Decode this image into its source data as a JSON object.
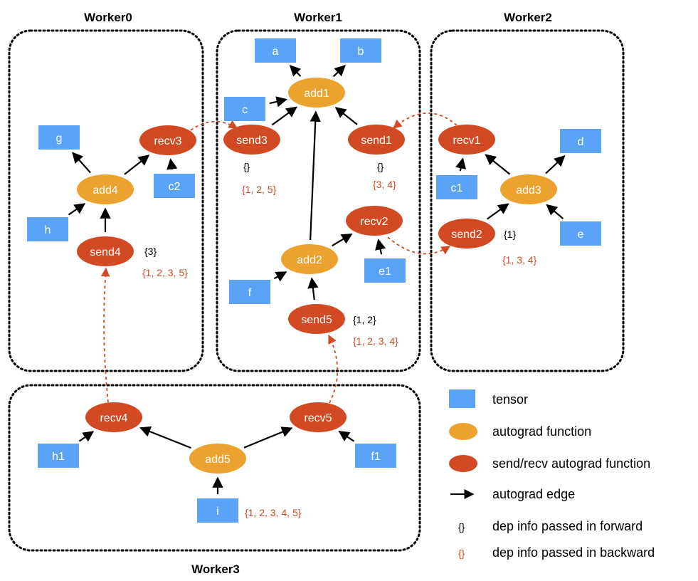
{
  "colors": {
    "tensor": "#5ba3f7",
    "autograd_function": "#eba22e",
    "send_recv": "#d24a24",
    "edge": "#000000",
    "backward_dep": "#d24a24"
  },
  "workers": [
    {
      "id": "w0",
      "title": "Worker0"
    },
    {
      "id": "w1",
      "title": "Worker1"
    },
    {
      "id": "w2",
      "title": "Worker2"
    },
    {
      "id": "w3",
      "title": "Worker3"
    }
  ],
  "nodes": [
    {
      "id": "g",
      "type": "tensor",
      "label": "g"
    },
    {
      "id": "h",
      "type": "tensor",
      "label": "h"
    },
    {
      "id": "c2",
      "type": "tensor",
      "label": "c2"
    },
    {
      "id": "add4",
      "type": "function",
      "label": "add4"
    },
    {
      "id": "recv3",
      "type": "sendrecv",
      "label": "recv3"
    },
    {
      "id": "send4",
      "type": "sendrecv",
      "label": "send4"
    },
    {
      "id": "a",
      "type": "tensor",
      "label": "a"
    },
    {
      "id": "b",
      "type": "tensor",
      "label": "b"
    },
    {
      "id": "c",
      "type": "tensor",
      "label": "c"
    },
    {
      "id": "add1",
      "type": "function",
      "label": "add1"
    },
    {
      "id": "send3",
      "type": "sendrecv",
      "label": "send3"
    },
    {
      "id": "send1",
      "type": "sendrecv",
      "label": "send1"
    },
    {
      "id": "recv2",
      "type": "sendrecv",
      "label": "recv2"
    },
    {
      "id": "add2",
      "type": "function",
      "label": "add2"
    },
    {
      "id": "e1",
      "type": "tensor",
      "label": "e1"
    },
    {
      "id": "f",
      "type": "tensor",
      "label": "f"
    },
    {
      "id": "send5",
      "type": "sendrecv",
      "label": "send5"
    },
    {
      "id": "recv1",
      "type": "sendrecv",
      "label": "recv1"
    },
    {
      "id": "d",
      "type": "tensor",
      "label": "d"
    },
    {
      "id": "c1",
      "type": "tensor",
      "label": "c1"
    },
    {
      "id": "add3",
      "type": "function",
      "label": "add3"
    },
    {
      "id": "send2",
      "type": "sendrecv",
      "label": "send2"
    },
    {
      "id": "e",
      "type": "tensor",
      "label": "e"
    },
    {
      "id": "recv4",
      "type": "sendrecv",
      "label": "recv4"
    },
    {
      "id": "recv5",
      "type": "sendrecv",
      "label": "recv5"
    },
    {
      "id": "h1",
      "type": "tensor",
      "label": "h1"
    },
    {
      "id": "f1",
      "type": "tensor",
      "label": "f1"
    },
    {
      "id": "add5",
      "type": "function",
      "label": "add5"
    },
    {
      "id": "i",
      "type": "tensor",
      "label": "i"
    }
  ],
  "edges": [
    {
      "from": "add4",
      "to": "g"
    },
    {
      "from": "add4",
      "to": "recv3"
    },
    {
      "from": "c2",
      "to": "recv3"
    },
    {
      "from": "h",
      "to": "add4"
    },
    {
      "from": "send4",
      "to": "add4"
    },
    {
      "from": "add1",
      "to": "a"
    },
    {
      "from": "add1",
      "to": "b"
    },
    {
      "from": "c",
      "to": "add1"
    },
    {
      "from": "send3",
      "to": "add1"
    },
    {
      "from": "send1",
      "to": "add1"
    },
    {
      "from": "add2",
      "to": "add1"
    },
    {
      "from": "add2",
      "to": "recv2"
    },
    {
      "from": "e1",
      "to": "recv2"
    },
    {
      "from": "f",
      "to": "add2"
    },
    {
      "from": "send5",
      "to": "add2"
    },
    {
      "from": "c1",
      "to": "recv1"
    },
    {
      "from": "add3",
      "to": "recv1"
    },
    {
      "from": "add3",
      "to": "d"
    },
    {
      "from": "send2",
      "to": "add3"
    },
    {
      "from": "e",
      "to": "add3"
    },
    {
      "from": "add5",
      "to": "recv4"
    },
    {
      "from": "add5",
      "to": "recv5"
    },
    {
      "from": "h1",
      "to": "recv4"
    },
    {
      "from": "f1",
      "to": "recv5"
    },
    {
      "from": "i",
      "to": "add5"
    }
  ],
  "rpc_links": [
    {
      "from": "recv3",
      "to": "send3"
    },
    {
      "from": "recv1",
      "to": "send1"
    },
    {
      "from": "recv2",
      "to": "send2"
    },
    {
      "from": "recv4",
      "to": "send4"
    },
    {
      "from": "recv5",
      "to": "send5"
    }
  ],
  "dep_labels": [
    {
      "id": "send4-fwd",
      "kind": "forward",
      "text": "{3}"
    },
    {
      "id": "send4-bwd",
      "kind": "backward",
      "text": "{1, 2, 3, 5}"
    },
    {
      "id": "send3-fwd",
      "kind": "forward",
      "text": "{}"
    },
    {
      "id": "send3-bwd",
      "kind": "backward",
      "text": "{1, 2, 5}"
    },
    {
      "id": "send1-fwd",
      "kind": "forward",
      "text": "{}"
    },
    {
      "id": "send1-bwd",
      "kind": "backward",
      "text": "{3, 4}"
    },
    {
      "id": "send5-fwd",
      "kind": "forward",
      "text": "{1, 2}"
    },
    {
      "id": "send5-bwd",
      "kind": "backward",
      "text": "{1, 2, 3, 4}"
    },
    {
      "id": "send2-fwd",
      "kind": "forward",
      "text": "{1}"
    },
    {
      "id": "send2-bwd",
      "kind": "backward",
      "text": "{1, 3, 4}"
    },
    {
      "id": "i-bwd",
      "kind": "backward",
      "text": "{1, 2, 3, 4, 5}"
    }
  ],
  "legend": [
    {
      "id": "tensor",
      "label": "tensor",
      "symbol": "tensor"
    },
    {
      "id": "autograd-function",
      "label": "autograd function",
      "symbol": "function"
    },
    {
      "id": "sendrecv",
      "label": "send/recv autograd function",
      "symbol": "sendrecv"
    },
    {
      "id": "edge",
      "label": "autograd edge",
      "symbol": "arrow"
    },
    {
      "id": "fwd",
      "label": "dep info passed in forward",
      "symbol": "braces-forward",
      "glyph": "{}"
    },
    {
      "id": "bwd",
      "label": "dep info passed in backward",
      "symbol": "braces-backward",
      "glyph": "{}"
    }
  ]
}
